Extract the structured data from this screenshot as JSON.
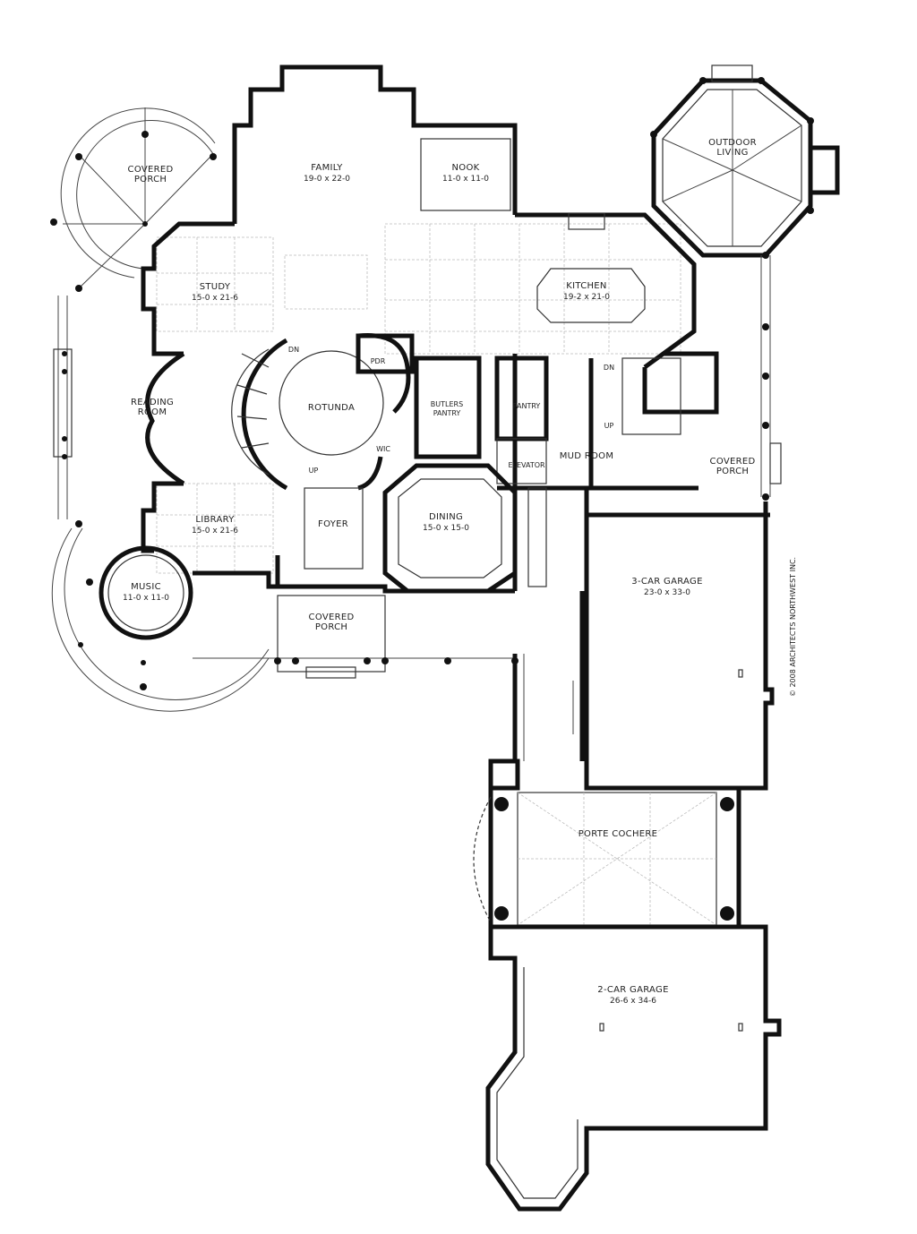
{
  "rooms": {
    "covered_porch_nw": "COVERED\nPORCH",
    "family": "FAMILY",
    "family_dim": "19-0 x 22-0",
    "nook": "NOOK",
    "nook_dim": "11-0 x 11-0",
    "outdoor_living": "OUTDOOR\nLIVING",
    "study": "STUDY",
    "study_dim": "15-0 x 21-6",
    "kitchen": "KITCHEN",
    "kitchen_dim": "19-2 x 21-0",
    "pdr": "PDR",
    "reading_room": "READING\nROOM",
    "rotunda": "ROTUNDA",
    "butlers_pantry": "BUTLERS\nPANTRY",
    "pantry": "PANTRY",
    "wic": "WIC",
    "elevator": "ELEVATOR",
    "mud_room": "MUD ROOM",
    "covered_porch_e": "COVERED\nPORCH",
    "library": "LIBRARY",
    "library_dim": "15-0 x 21-6",
    "foyer": "FOYER",
    "dining": "DINING",
    "dining_dim": "15-0 x 15-0",
    "music": "MUSIC",
    "music_dim": "11-0 x 11-0",
    "covered_porch_s": "COVERED\nPORCH",
    "garage3": "3-CAR GARAGE",
    "garage3_dim": "23-0 x 33-0",
    "porte_cochere": "PORTE COCHERE",
    "garage2": "2-CAR GARAGE",
    "garage2_dim": "26-6 x 34-6"
  },
  "stairs": {
    "dn_rotunda": "DN",
    "up_rotunda": "UP",
    "dn_mud": "DN",
    "up_mud": "UP"
  },
  "copyright": "© 2008 ARCHITECTS NORTHWEST INC."
}
